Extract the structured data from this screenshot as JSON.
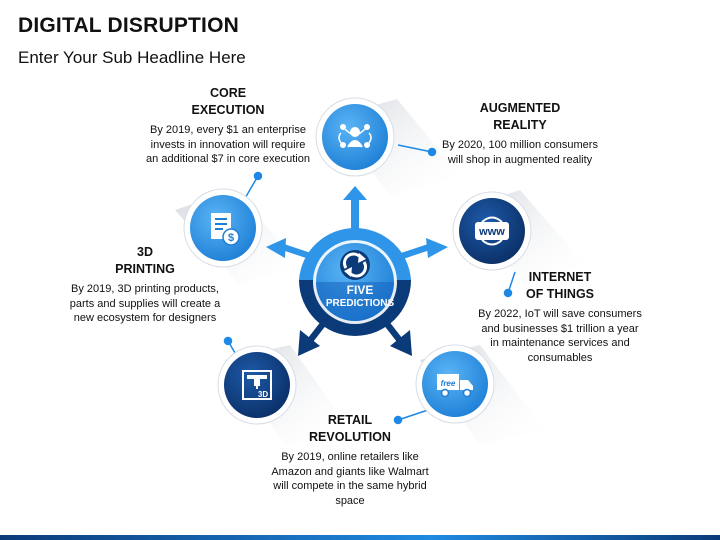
{
  "header": {
    "title": "DIGITAL DISRUPTION",
    "subtitle": "Enter Your Sub Headline Here"
  },
  "center": {
    "line1": "FIVE",
    "line2": "PREDICTIONS"
  },
  "predictions": [
    {
      "id": "core-execution",
      "title_lines": [
        "CORE",
        "EXECUTION"
      ],
      "desc_lines": [
        "By 2019, every $1 an enterprise",
        "invests in innovation will require",
        "an additional $7 in core execution"
      ],
      "icon": "team-network-icon"
    },
    {
      "id": "augmented-reality",
      "title_lines": [
        "AUGMENTED",
        "REALITY"
      ],
      "desc_lines": [
        "By 2020, 100 million consumers",
        "will shop in augmented reality"
      ],
      "icon": "www-globe-icon"
    },
    {
      "id": "3d-printing",
      "title_lines": [
        "3D",
        "PRINTING"
      ],
      "desc_lines": [
        "By 2019, 3D printing products,",
        "parts and supplies will create a",
        "new ecosystem for designers"
      ],
      "icon": "document-dollar-icon"
    },
    {
      "id": "internet-of-things",
      "title_lines": [
        "INTERNET",
        "OF THINGS"
      ],
      "desc_lines": [
        "By 2022, IoT will save consumers",
        "and businesses $1 trillion a year",
        "in maintenance services and",
        "consumables"
      ],
      "icon": "free-delivery-truck-icon"
    },
    {
      "id": "retail-revolution",
      "title_lines": [
        "RETAIL",
        "REVOLUTION"
      ],
      "desc_lines": [
        "By 2019, online retailers like",
        "Amazon and giants like Walmart",
        "will compete in the same hybrid",
        "space"
      ],
      "icon": "3d-printer-icon"
    }
  ],
  "icon_text": {
    "www": "www",
    "free": "free",
    "threed": "3D"
  },
  "colors": {
    "dark_blue": "#0b3a78",
    "mid_blue": "#1565c0",
    "light_blue": "#2f95e8",
    "accent": "#1e88e5"
  }
}
